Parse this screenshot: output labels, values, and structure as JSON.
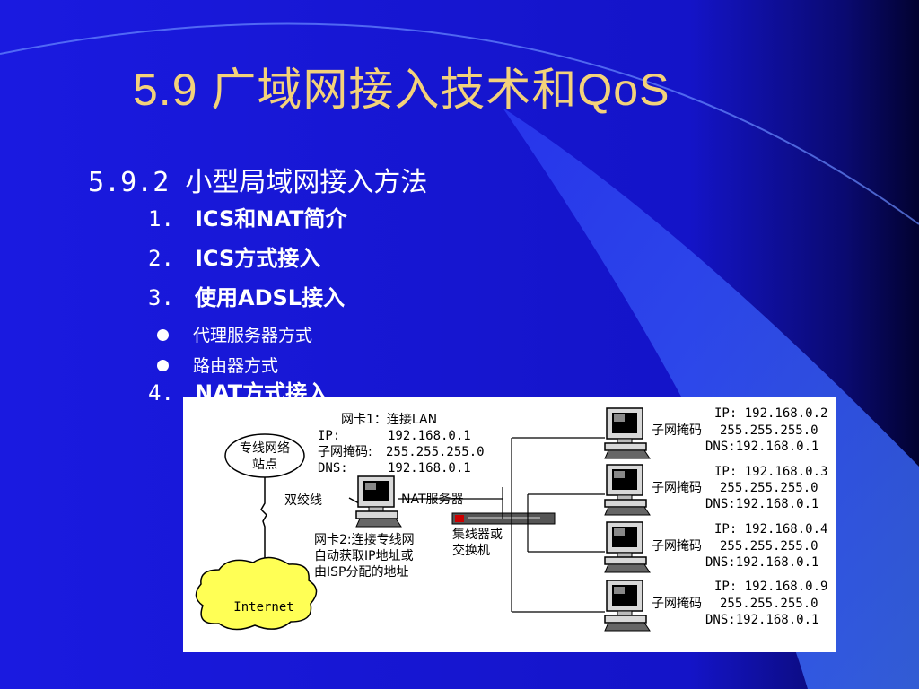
{
  "slide": {
    "title": "5.9  广域网接入技术和QoS",
    "subtitle": "5.9.2  小型局域网接入方法",
    "items": [
      {
        "num": "1.",
        "text": "ICS和NAT简介"
      },
      {
        "num": "2.",
        "text": "ICS方式接入"
      },
      {
        "num": "3.",
        "text": "使用ADSL接入"
      },
      {
        "num": "4.",
        "text": "NAT方式接入"
      }
    ],
    "bullets": [
      "代理服务器方式",
      "路由器方式"
    ]
  },
  "diagram": {
    "dedicated_station": [
      "专线网络",
      "站点"
    ],
    "twisted_pair": "双绞线",
    "internet": "Internet",
    "nic1": {
      "title": "网卡1：连接LAN",
      "ip_label": "IP:",
      "ip": "192.168.0.1",
      "mask_label": "子网掩码:",
      "mask": "255.255.255.0",
      "dns_label": "DNS:",
      "dns": "192.168.0.1"
    },
    "nat_server": "NAT服务器",
    "nic2": [
      "网卡2:连接专线网",
      "自动获取IP地址或",
      "由ISP分配的地址"
    ],
    "hub": [
      "集线器或",
      "交换机"
    ],
    "clients": [
      {
        "ip": "IP: 192.168.0.2",
        "mask_label": "子网掩码",
        "mask": "255.255.255.0",
        "dns": "DNS:192.168.0.1"
      },
      {
        "ip": "IP: 192.168.0.3",
        "mask_label": "子网掩码",
        "mask": "255.255.255.0",
        "dns": "DNS:192.168.0.1"
      },
      {
        "ip": "IP: 192.168.0.4",
        "mask_label": "子网掩码",
        "mask": "255.255.255.0",
        "dns": "DNS:192.168.0.1"
      },
      {
        "ip": "IP: 192.168.0.9",
        "mask_label": "子网掩码",
        "mask": "255.255.255.0",
        "dns": "DNS:192.168.0.1"
      }
    ]
  }
}
